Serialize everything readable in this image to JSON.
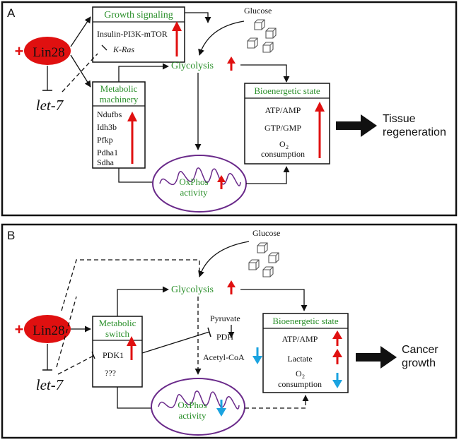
{
  "colors": {
    "green_label": "#2a8f2a",
    "lin28_fill": "#e01010",
    "up_arrow": "#e01010",
    "down_arrow": "#1aa3e0",
    "mito_outline": "#6a2a8a",
    "panel_border": "#111111"
  },
  "icons": [
    "glucose-cube-icon",
    "up-arrow-icon",
    "down-arrow-icon",
    "mitochondrion-icon",
    "big-arrow-icon",
    "plus-icon"
  ],
  "panelA": {
    "letter": "A",
    "lin28": "Lin28",
    "plus": "+",
    "let7": "let-7",
    "growth_signaling": {
      "title": "Growth signaling",
      "line1": "Insulin-PI3K-mTOR",
      "line2": "K-Ras"
    },
    "glucose": "Glucose",
    "glycolysis": "Glycolysis",
    "metabolic_machinery": {
      "title_line1": "Metabolic",
      "title_line2": "machinery",
      "items": [
        "Ndufbs",
        "Idh3b",
        "Pfkp",
        "Pdha1",
        "Sdha"
      ]
    },
    "bioenergetic": {
      "title": "Bioenergetic state",
      "items": [
        "ATP/AMP",
        "GTP/GMP"
      ],
      "o2_main": "O",
      "o2_sub": "2",
      "consumption": "consumption"
    },
    "oxphos_line1": "OxPhos",
    "oxphos_line2": "activity",
    "outcome_line1": "Tissue",
    "outcome_line2": "regeneration"
  },
  "panelB": {
    "letter": "B",
    "lin28": "Lin28",
    "plus": "+",
    "let7": "let-7",
    "glucose": "Glucose",
    "glycolysis": "Glycolysis",
    "pyruvate": "Pyruvate",
    "pdh": "PDH",
    "acetyl_coa": "Acetyl-CoA",
    "metabolic_switch": {
      "title_line1": "Metabolic",
      "title_line2": "switch",
      "items": [
        "PDK1",
        "???"
      ]
    },
    "bioenergetic": {
      "title": "Bioenergetic state",
      "items": [
        "ATP/AMP",
        "Lactate"
      ],
      "o2_main": "O",
      "o2_sub": "2",
      "consumption": "consumption"
    },
    "oxphos_line1": "OxPhos",
    "oxphos_line2": "activity",
    "outcome_line1": "Cancer",
    "outcome_line2": "growth"
  }
}
